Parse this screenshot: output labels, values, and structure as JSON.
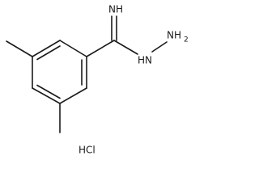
{
  "molecule": {
    "atoms": {
      "imine": "NH",
      "amine_nh": "HN",
      "amine_nh2": "NH",
      "amine_nh2_sub": "2"
    },
    "salt": "HCl"
  },
  "colors": {
    "bond": "#1a1a1a",
    "background": "#ffffff"
  }
}
